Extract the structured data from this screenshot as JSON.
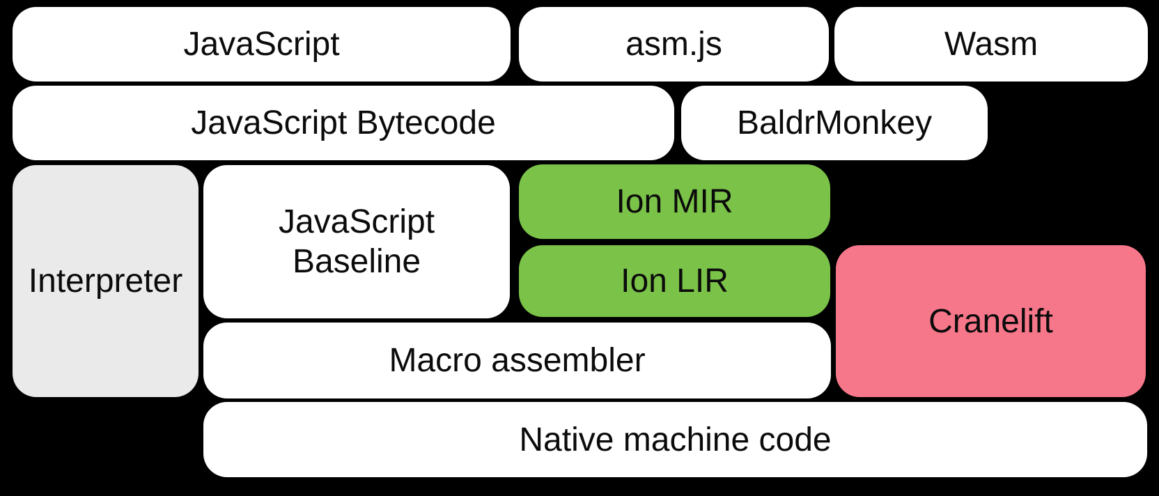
{
  "diagram": {
    "boxes": {
      "javascript": {
        "label": "JavaScript"
      },
      "asmjs": {
        "label": "asm.js"
      },
      "wasm": {
        "label": "Wasm"
      },
      "bytecode": {
        "label": "JavaScript Bytecode"
      },
      "baldrmonkey": {
        "label": "BaldrMonkey"
      },
      "interpreter": {
        "label": "Interpreter"
      },
      "baseline": {
        "label": "JavaScript\nBaseline"
      },
      "ion_mir": {
        "label": "Ion MIR"
      },
      "ion_lir": {
        "label": "Ion LIR"
      },
      "cranelift": {
        "label": "Cranelift"
      },
      "macro": {
        "label": "Macro assembler"
      },
      "native": {
        "label": "Native machine code"
      }
    }
  },
  "colors": {
    "bg": "#000000",
    "box-white": "#ffffff",
    "box-gray": "#eaeaea",
    "box-green": "#7ac248",
    "box-pink": "#f7778a",
    "text": "#0b0b0b"
  }
}
